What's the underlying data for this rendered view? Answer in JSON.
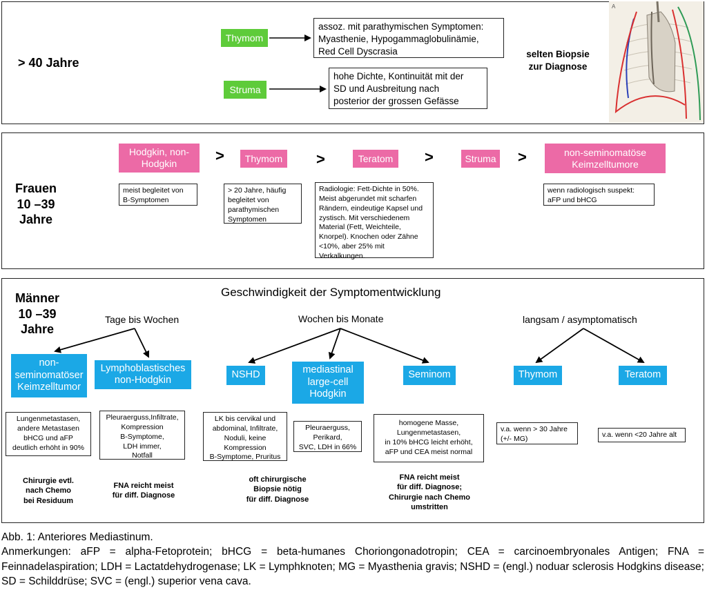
{
  "panel_top": {
    "age_label": "> 40 Jahre",
    "thymom_label": "Thymom",
    "thymom_note": "assoz. mit parathymischen Symptomen:\nMyasthenie, Hypogammaglobulinämie,\nRed Cell Dyscrasia",
    "struma_label": "Struma",
    "struma_note": "hohe Dichte, Kontinuität mit der\nSD und Ausbreitung nach\nposterior der grossen Gefässe",
    "biopsy_note": "selten Biopsie\nzur Diagnose",
    "figure_letter": "A"
  },
  "panel_mid": {
    "age_label": "Frauen\n10 –39\nJahre",
    "sequence": [
      "Hodgkin, non-\nHodgkin",
      "Thymom",
      "Teratom",
      "Struma",
      "non-seminomatöse\nKeimzelltumore"
    ],
    "gt_symbol": ">",
    "notes": [
      "meist begleitet von\nB-Symptomen",
      "> 20 Jahre, häufig\nbegleitet von\nparathymischen\nSymptomen",
      "Radiologie: Fett-Dichte in 50%.\nMeist abgerundet mit scharfen\nRändern, eindeutige Kapsel und\nzystisch. Mit verschiedenem\nMaterial (Fett, Weichteile,\nKnorpel). Knochen oder Zähne\n<10%, aber 25% mit\nVerkalkungen.",
      "wenn radiologisch suspekt:\naFP und bHCG"
    ]
  },
  "panel_bottom": {
    "age_label": "Männer\n10 –39\nJahre",
    "heading": "Geschwindigkeit der Symptomentwicklung",
    "groups": {
      "fast": "Tage bis Wochen",
      "medium": "Wochen bis Monate",
      "slow": "langsam / asymptomatisch"
    },
    "entities": {
      "nsgct": "non-\nseminomatöser\nKeimzelltumor",
      "lbl": "Lymphoblastisches\nnon-Hodgkin",
      "nshd": "NSHD",
      "mlch": "mediastinal\nlarge-cell\nHodgkin",
      "seminom": "Seminom",
      "thymom": "Thymom",
      "teratom": "Teratom"
    },
    "notes": {
      "nsgct": "Lungenmetastasen,\nandere Metastasen\nbHCG und aFP\ndeutlich erhöht in 90%",
      "lbl": "Pleuraerguss,Infiltrate,\nKompression\nB-Symptome,\nLDH immer,\nNotfall",
      "nshd": "LK bis cervikal und\nabdominal, Infiltrate,\nNoduli, keine\nKompression\nB-Symptome, Pruritus",
      "mlch": "Pleuraerguss,\nPerikard,\nSVC, LDH in 66%",
      "seminom": "homogene Masse,\nLungenmetastasen,\nin 10% bHCG leicht erhöht,\naFP und CEA meist normal",
      "thymom": "v.a. wenn > 30 Jahre\n(+/- MG)",
      "teratom": "v.a. wenn <20 Jahre alt"
    },
    "conclusions": {
      "nsgct": "Chirurgie evtl.\nnach Chemo\nbei Residuum",
      "lbl": "FNA reicht meist\nfür diff. Diagnose",
      "nshd": "oft chirurgische\nBiopsie nötig\nfür diff. Diagnose",
      "seminom": "FNA reicht meist\nfür diff. Diagnose;\nChirurgie nach Chemo\numstritten"
    }
  },
  "caption": {
    "line1": "Abb. 1: Anteriores Mediastinum.",
    "line2": "Anmerkungen: aFP = alpha-Fetoprotein; bHCG = beta-humanes Choriongonadotropin; CEA = carcinoembryonales Antigen; FNA = Feinnadelaspiration; LDH = Lactatdehydrogenase; LK = Lymphknoten; MG = Myasthenia gravis; NSHD = (engl.) noduar sclerosis Hodgkins disease; SD = Schilddrüse; SVC = (engl.) superior vena cava."
  },
  "colors": {
    "green": "#5ecb3a",
    "pink": "#ec6aa6",
    "blue": "#1ba8e6"
  }
}
